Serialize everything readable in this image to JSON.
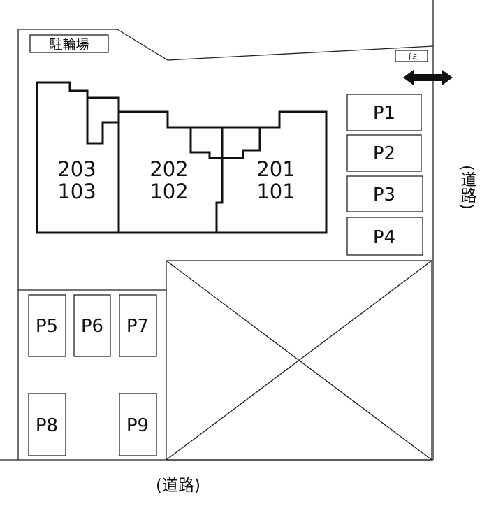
{
  "labels": {
    "bicycle_parking": "駐輪場",
    "garbage": "ゴミ",
    "road_right": "(道路)",
    "road_bottom": "(道路)"
  },
  "units": [
    {
      "upper": "203",
      "lower": "103"
    },
    {
      "upper": "202",
      "lower": "102"
    },
    {
      "upper": "201",
      "lower": "101"
    }
  ],
  "parking": [
    "P1",
    "P2",
    "P3",
    "P4",
    "P5",
    "P6",
    "P7",
    "P8",
    "P9"
  ]
}
